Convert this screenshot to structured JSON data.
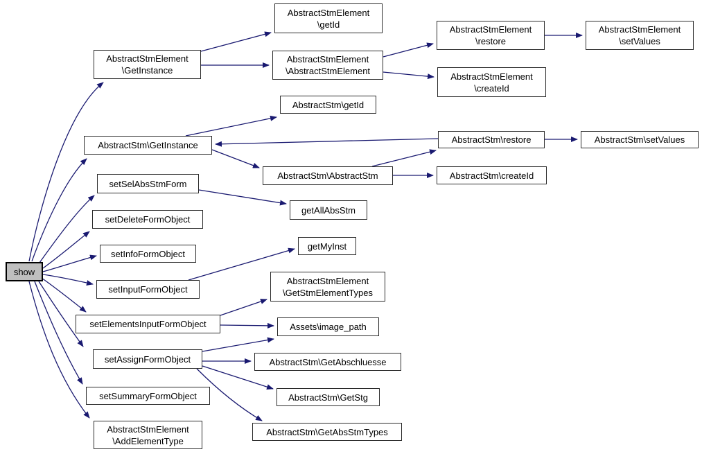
{
  "diagram": {
    "type": "call-graph",
    "colors": {
      "edge": "#191970",
      "node_border": "#2b2b2b",
      "node_fill": "#ffffff",
      "root_fill": "#bfbfbf",
      "text": "#000000",
      "background": "#ffffff"
    },
    "nodes": {
      "show": {
        "label": "show"
      },
      "ase_getinstance": {
        "line1": "AbstractStmElement",
        "line2": "\\GetInstance"
      },
      "ase_getid": {
        "line1": "AbstractStmElement",
        "line2": "\\getId"
      },
      "ase_constructor": {
        "line1": "AbstractStmElement",
        "line2": "\\AbstractStmElement"
      },
      "ase_restore": {
        "line1": "AbstractStmElement",
        "line2": "\\restore"
      },
      "ase_setvalues": {
        "line1": "AbstractStmElement",
        "line2": "\\setValues"
      },
      "ase_createid": {
        "line1": "AbstractStmElement",
        "line2": "\\createId"
      },
      "as_getid": {
        "label": "AbstractStm\\getId"
      },
      "as_getinstance": {
        "label": "AbstractStm\\GetInstance"
      },
      "as_restore": {
        "label": "AbstractStm\\restore"
      },
      "as_setvalues": {
        "label": "AbstractStm\\setValues"
      },
      "as_constructor": {
        "label": "AbstractStm\\AbstractStm"
      },
      "as_createid": {
        "label": "AbstractStm\\createId"
      },
      "set_sel_abs_stm_form": {
        "label": "setSelAbsStmForm"
      },
      "get_all_abs_stm": {
        "label": "getAllAbsStm"
      },
      "set_delete_form_object": {
        "label": "setDeleteFormObject"
      },
      "set_info_form_object": {
        "label": "setInfoFormObject"
      },
      "get_my_inst": {
        "label": "getMyInst"
      },
      "set_input_form_object": {
        "label": "setInputFormObject"
      },
      "ase_getstmelementtypes": {
        "line1": "AbstractStmElement",
        "line2": "\\GetStmElementTypes"
      },
      "set_elements_input_form_object": {
        "label": "setElementsInputFormObject"
      },
      "assets_image_path": {
        "label": "Assets\\image_path"
      },
      "set_assign_form_object": {
        "label": "setAssignFormObject"
      },
      "as_getabschluesse": {
        "label": "AbstractStm\\GetAbschluesse"
      },
      "set_summary_form_object": {
        "label": "setSummaryFormObject"
      },
      "as_getstg": {
        "label": "AbstractStm\\GetStg"
      },
      "ase_addelementtype": {
        "line1": "AbstractStmElement",
        "line2": "\\AddElementType"
      },
      "as_getabsstmtypes": {
        "label": "AbstractStm\\GetAbsStmTypes"
      }
    },
    "edges": [
      {
        "from": "show",
        "to": "ase_getinstance"
      },
      {
        "from": "show",
        "to": "as_getinstance"
      },
      {
        "from": "show",
        "to": "set_sel_abs_stm_form"
      },
      {
        "from": "show",
        "to": "set_delete_form_object"
      },
      {
        "from": "show",
        "to": "set_info_form_object"
      },
      {
        "from": "show",
        "to": "set_input_form_object"
      },
      {
        "from": "show",
        "to": "set_elements_input_form_object"
      },
      {
        "from": "show",
        "to": "set_assign_form_object"
      },
      {
        "from": "show",
        "to": "set_summary_form_object"
      },
      {
        "from": "show",
        "to": "ase_addelementtype"
      },
      {
        "from": "ase_getinstance",
        "to": "ase_getid"
      },
      {
        "from": "ase_getinstance",
        "to": "ase_constructor"
      },
      {
        "from": "ase_constructor",
        "to": "ase_restore"
      },
      {
        "from": "ase_constructor",
        "to": "ase_createid"
      },
      {
        "from": "ase_restore",
        "to": "ase_setvalues"
      },
      {
        "from": "as_getinstance",
        "to": "as_getid"
      },
      {
        "from": "as_getinstance",
        "to": "as_constructor"
      },
      {
        "from": "as_constructor",
        "to": "as_restore"
      },
      {
        "from": "as_constructor",
        "to": "as_createid"
      },
      {
        "from": "as_restore",
        "to": "as_getinstance"
      },
      {
        "from": "as_restore",
        "to": "as_setvalues"
      },
      {
        "from": "set_sel_abs_stm_form",
        "to": "get_all_abs_stm"
      },
      {
        "from": "set_input_form_object",
        "to": "get_my_inst"
      },
      {
        "from": "set_elements_input_form_object",
        "to": "ase_getstmelementtypes"
      },
      {
        "from": "set_elements_input_form_object",
        "to": "assets_image_path"
      },
      {
        "from": "set_assign_form_object",
        "to": "assets_image_path"
      },
      {
        "from": "set_assign_form_object",
        "to": "as_getabschluesse"
      },
      {
        "from": "set_assign_form_object",
        "to": "as_getstg"
      },
      {
        "from": "set_assign_form_object",
        "to": "as_getabsstmtypes"
      }
    ]
  }
}
